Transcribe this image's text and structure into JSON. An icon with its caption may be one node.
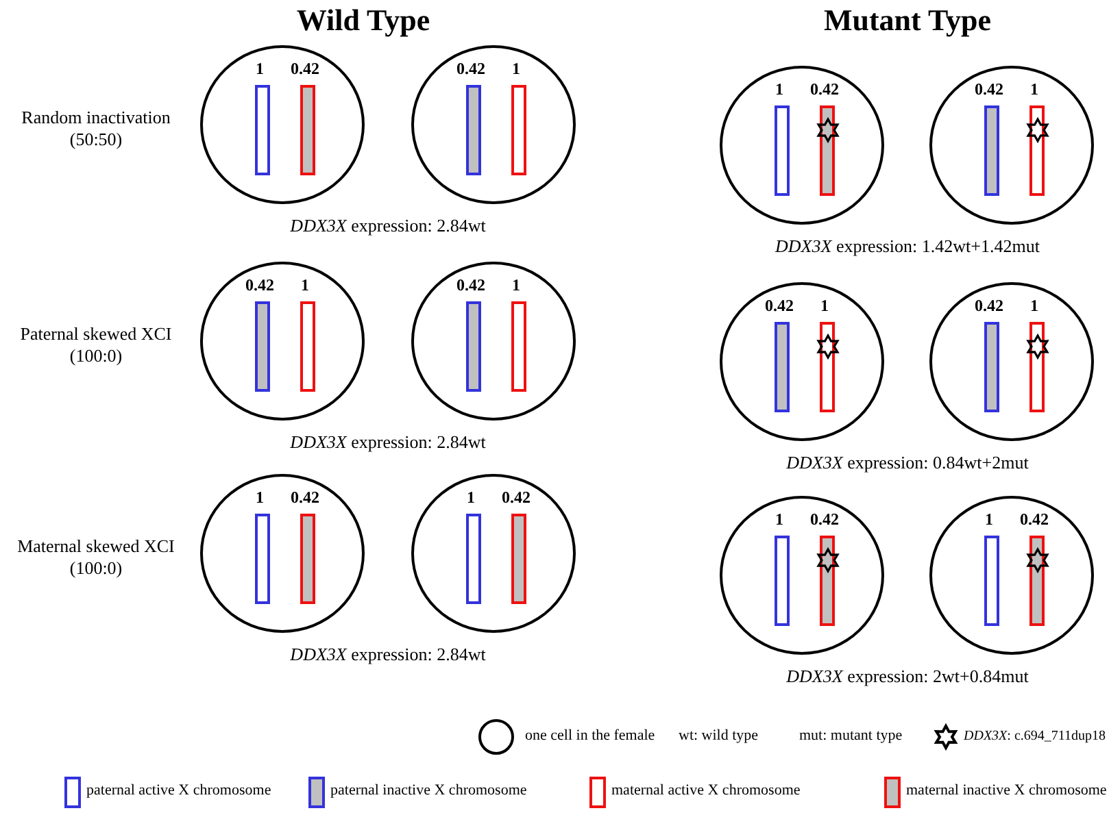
{
  "diagram": {
    "nodes": [
      {
        "text": [],
        "shape": "circle"
      },
      {
        "text": [],
        "shape": "circle"
      },
      {
        "text": [],
        "shape": "circle"
      },
      {
        "text": [],
        "shape": "circle"
      },
      {
        "text": [],
        "shape": "circle"
      },
      {
        "text": [],
        "shape": "circle"
      },
      {
        "text": [],
        "shape": "circle"
      },
      {
        "text": [],
        "shape": "circle"
      },
      {
        "text": [],
        "shape": "circle"
      },
      {
        "text": [],
        "shape": "circle"
      },
      {
        "text": [],
        "shape": "circle"
      },
      {
        "text": [],
        "shape": "circle"
      }
    ],
    "labels": [
      "Wild Type",
      "Mutant Type",
      "Random inactivation (50:50)",
      "1",
      "0.42",
      "0.42",
      "1",
      "1",
      "0.42",
      "0.42",
      "1",
      "*DDX3X* expression: 2.84wt",
      "*DDX3X* expression: 1.42wt+1.42mut",
      "Paternal skewed XCI (100:0)",
      "0.42",
      "1",
      "0.42",
      "1",
      "0.42",
      "1",
      "0.42",
      "1",
      "*DDX3X* expression: 2.84wt",
      "*DDX3X* expression: 0.84wt+2mut",
      "Maternal skewed XCI (100:0)",
      "1",
      "0.42",
      "1",
      "0.42",
      "1",
      "0.42",
      "1",
      "0.42",
      "*DDX3X* expression: 2.84wt",
      "*DDX3X* expression: 2wt+0.84mut",
      "wt: wild type",
      "mut: mutant type"
    ],
    "legend": [
      {
        "text": "one cell in the female"
      },
      {
        "text": "*DDX3X*: c.694_711dup18"
      },
      {
        "text": "paternal active X chromosome"
      },
      {
        "text": "paternal inactive X chromosome"
      },
      {
        "text": "maternal active X chromosome"
      },
      {
        "text": "maternal inactive X chromosome"
      }
    ]
  }
}
